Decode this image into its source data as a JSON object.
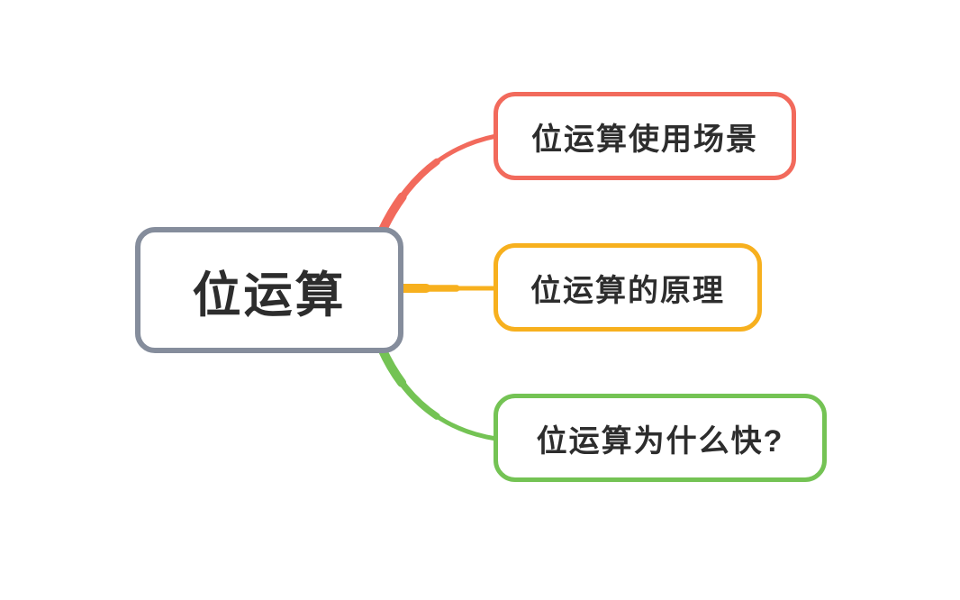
{
  "canvas": {
    "background_color": "#FFFFFF"
  },
  "mindmap": {
    "root": {
      "label": "位运算",
      "border_color": "#858D9C",
      "fill_color": "#FFFFFF",
      "text_color": "#2D2D2D"
    },
    "children": [
      {
        "label": "位运算使用场景",
        "color": "#F26A5C"
      },
      {
        "label": "位运算的原理",
        "color": "#F7B01E"
      },
      {
        "label": "位运算为什么快?",
        "color": "#74C354"
      }
    ]
  }
}
